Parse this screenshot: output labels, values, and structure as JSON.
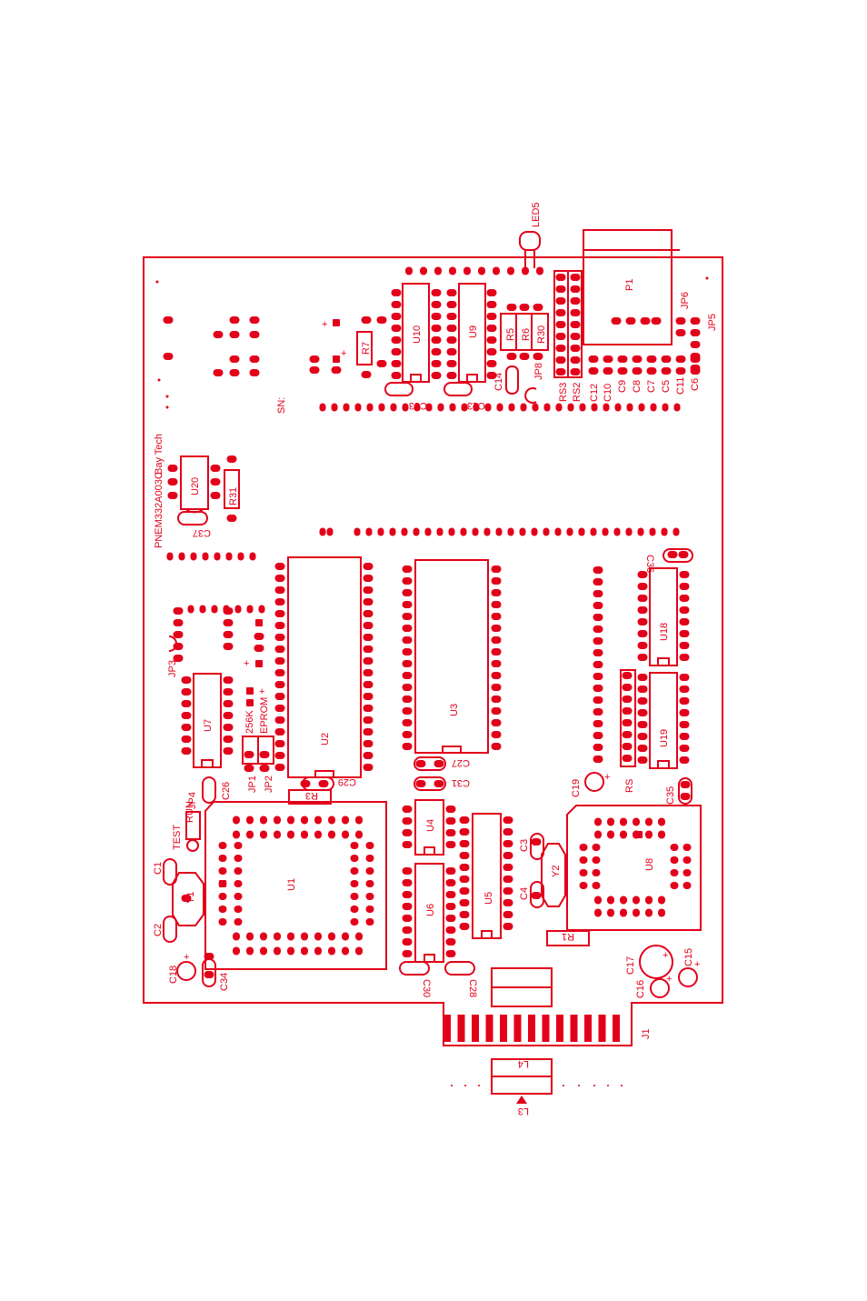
{
  "colors": {
    "trace": "#e2001a",
    "background": "#ffffff"
  },
  "board": {
    "part_number": "PNEM332A003C",
    "maker": "Bay Tech",
    "serial_label": "SN:",
    "jumper_labels": {
      "test": "TEST",
      "run": "RUN",
      "eprom": "EPROM",
      "size": "256K"
    },
    "polarity_mark": "+"
  },
  "components": {
    "led5": "LED5",
    "p1": "P1",
    "jp6": "JP6",
    "jp5": "JP5",
    "jp8": "JP8",
    "jp3": "JP3",
    "jp1": "JP1",
    "jp2": "JP2",
    "jp4": "JP4",
    "r7": "R7",
    "r5": "R5",
    "r6": "R6",
    "r30": "R30",
    "r31": "R31",
    "r3": "R3",
    "r1": "R1",
    "rs3": "RS3",
    "rs2": "RS2",
    "rs": "RS",
    "u10": "U10",
    "u9": "U9",
    "u20": "U20",
    "u7": "U7",
    "u2": "U2",
    "u3": "U3",
    "u18": "U18",
    "u19": "U19",
    "u1": "U1",
    "u4": "U4",
    "u5": "U5",
    "u6": "U6",
    "u8": "U8",
    "y1": "Y1",
    "y2": "Y2",
    "c33": "C33",
    "c13": "C13",
    "c14": "C14",
    "c12": "C12",
    "c10": "C10",
    "c9": "C9",
    "c8": "C8",
    "c7": "C7",
    "c5": "C5",
    "c11": "C11",
    "c6": "C6",
    "c37": "C37",
    "c36": "C36",
    "c26": "C26",
    "c29": "C29",
    "c27": "C27",
    "c31": "C31",
    "c19": "C19",
    "c35": "C35",
    "c1": "C1",
    "c2": "C2",
    "c3": "C3",
    "c4": "C4",
    "c18": "C18",
    "c34": "C34",
    "c30": "C30",
    "c28": "C28",
    "c17": "C17",
    "c15": "C15",
    "c16": "C16",
    "j1": "J1",
    "l4": "L4",
    "l3": "L3"
  }
}
